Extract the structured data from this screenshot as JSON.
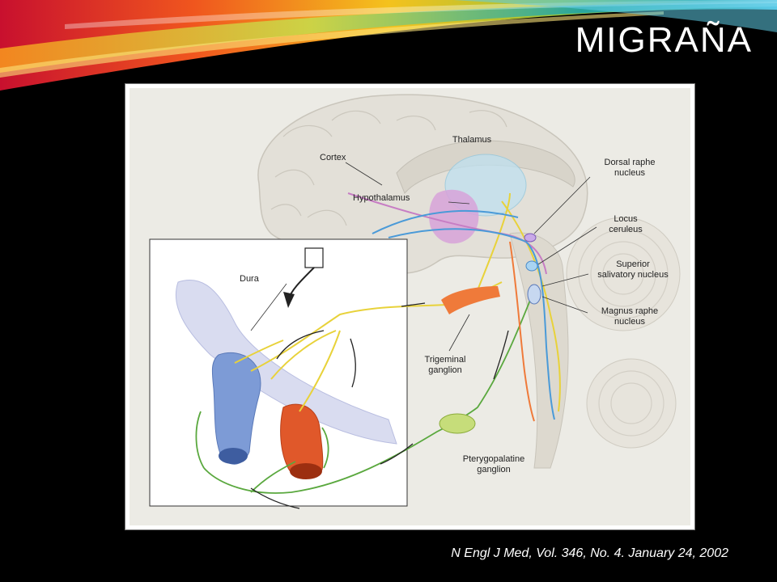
{
  "slide": {
    "title": "MIGRAÑA",
    "citation": "N Engl J Med, Vol. 346, No. 4. January 24, 2002"
  },
  "colors": {
    "background": "#000000",
    "title": "#ffffff",
    "figure_background": "#ecebe5",
    "trigeminal_fiber": "#e8d23a",
    "parasympathetic_fiber": "#5aa83e",
    "hypothalamic_fiber": "#c77dc4",
    "brainstem_fiber_blue": "#4a9ad8",
    "brainstem_fiber_orange": "#ef7a3a",
    "vein": "#7d9bd6",
    "artery": "#e0582a"
  },
  "diagram": {
    "labels": {
      "cortex": "Cortex",
      "thalamus": "Thalamus",
      "hypothalamus": "Hypothalamus",
      "dorsal_raphe": [
        "Dorsal raphe",
        "nucleus"
      ],
      "locus_ceruleus": [
        "Locus",
        "ceruleus"
      ],
      "superior_salivatory": [
        "Superior",
        "salivatory nucleus"
      ],
      "magnus_raphe": [
        "Magnus raphe",
        "nucleus"
      ],
      "dura": "Dura",
      "trigeminal_ganglion": [
        "Trigeminal",
        "ganglion"
      ],
      "pterygopalatine_ganglion": [
        "Pterygopalatine",
        "ganglion"
      ]
    }
  }
}
